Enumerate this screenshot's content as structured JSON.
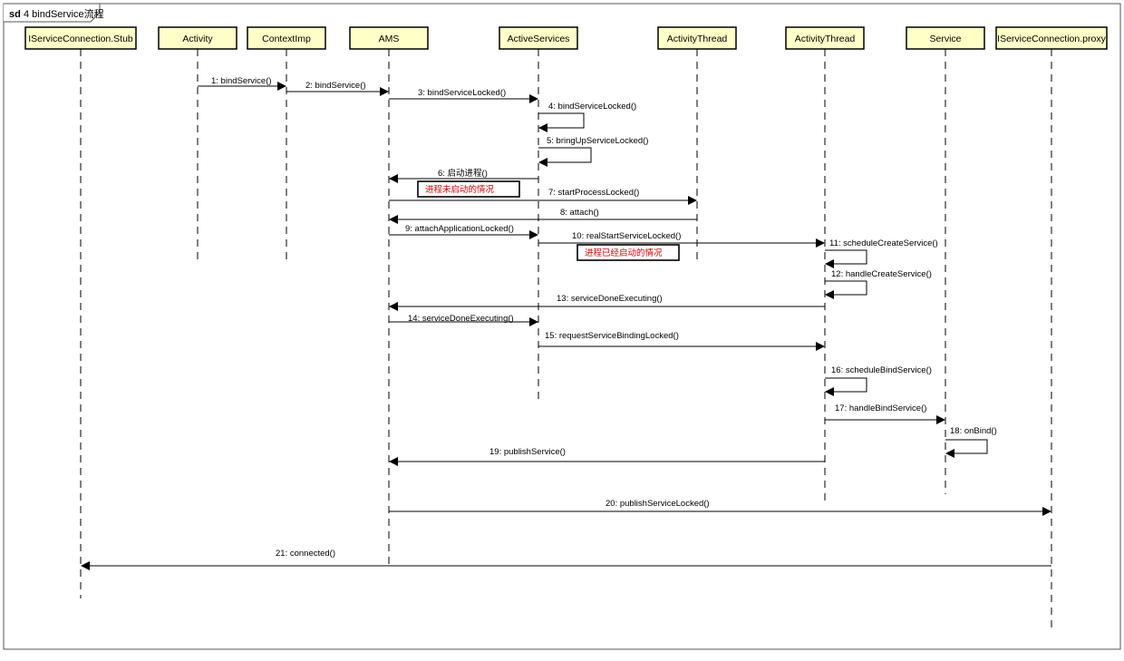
{
  "frame": {
    "title_prefix": "sd",
    "title": "4 bindService流程"
  },
  "colors": {
    "participant_fill": "#ffffc8",
    "line": "#000000",
    "note_text": "#e00000"
  },
  "participants": [
    {
      "id": "stub",
      "label": "IServiceConnection.Stub"
    },
    {
      "id": "activity",
      "label": "Activity"
    },
    {
      "id": "ctx",
      "label": "ContextImp"
    },
    {
      "id": "ams",
      "label": "AMS"
    },
    {
      "id": "as",
      "label": "ActiveServices"
    },
    {
      "id": "at1",
      "label": "ActivityThread"
    },
    {
      "id": "at2",
      "label": "ActivityThread"
    },
    {
      "id": "service",
      "label": "Service"
    },
    {
      "id": "proxy",
      "label": "IServiceConnection.proxy"
    }
  ],
  "messages": [
    {
      "from": "activity",
      "to": "ctx",
      "label": "1: bindService()"
    },
    {
      "from": "ctx",
      "to": "ams",
      "label": "2: bindService()"
    },
    {
      "from": "ams",
      "to": "as",
      "label": "3: bindServiceLocked()"
    },
    {
      "from": "as",
      "to": "as",
      "label": "4: bindServiceLocked()"
    },
    {
      "from": "as",
      "to": "as",
      "label": "5: bringUpServiceLocked()"
    },
    {
      "from": "as",
      "to": "ams",
      "label": "6: 启动进程()"
    },
    {
      "from": "ams",
      "to": "at1",
      "label": "7: startProcessLocked()"
    },
    {
      "from": "at1",
      "to": "ams",
      "label": "8: attach()"
    },
    {
      "from": "ams",
      "to": "as",
      "label": "9: attachApplicationLocked()"
    },
    {
      "from": "as",
      "to": "at2",
      "label": "10: realStartServiceLocked()"
    },
    {
      "from": "at2",
      "to": "at2",
      "label": "11: scheduleCreateService()"
    },
    {
      "from": "at2",
      "to": "at2",
      "label": "12: handleCreateService()"
    },
    {
      "from": "at2",
      "to": "ams",
      "label": "13: serviceDoneExecuting()"
    },
    {
      "from": "ams",
      "to": "as",
      "label": "14: serviceDoneExecuting()"
    },
    {
      "from": "as",
      "to": "at2",
      "label": "15: requestServiceBindingLocked()"
    },
    {
      "from": "at2",
      "to": "at2",
      "label": "16: scheduleBindService()"
    },
    {
      "from": "at2",
      "to": "service",
      "label": "17: handleBindService()"
    },
    {
      "from": "service",
      "to": "service",
      "label": "18: onBind()"
    },
    {
      "from": "at2",
      "to": "ams",
      "label": "19: publishService()"
    },
    {
      "from": "ams",
      "to": "proxy",
      "label": "20: publishServiceLocked()"
    },
    {
      "from": "proxy",
      "to": "stub",
      "label": "21: connected()"
    }
  ],
  "notes": [
    {
      "text": "进程未启动的情况"
    },
    {
      "text": "进程已经启动的情况"
    }
  ]
}
